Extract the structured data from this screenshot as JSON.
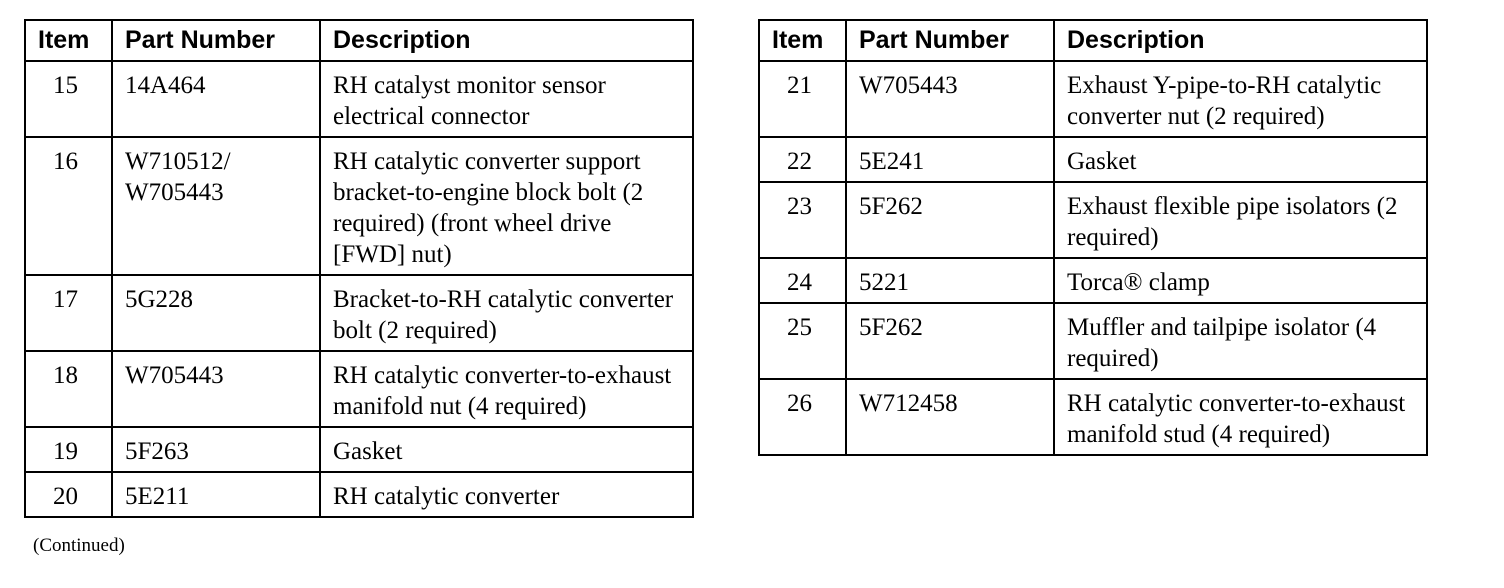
{
  "tables": [
    {
      "headers": {
        "item": "Item",
        "part_number": "Part Number",
        "description": "Description"
      },
      "rows": [
        {
          "item": "15",
          "part_number": "14A464",
          "description": "RH catalyst monitor sensor electrical connector"
        },
        {
          "item": "16",
          "part_number": "W710512/ W705443",
          "description": "RH catalytic converter support bracket-to-engine block bolt (2 required) (front wheel drive [FWD] nut)"
        },
        {
          "item": "17",
          "part_number": "5G228",
          "description": "Bracket-to-RH catalytic converter bolt (2 required)"
        },
        {
          "item": "18",
          "part_number": "W705443",
          "description": "RH catalytic converter-to-exhaust manifold nut (4 required)"
        },
        {
          "item": "19",
          "part_number": "5F263",
          "description": "Gasket"
        },
        {
          "item": "20",
          "part_number": "5E211",
          "description": "RH catalytic converter"
        }
      ]
    },
    {
      "headers": {
        "item": "Item",
        "part_number": "Part Number",
        "description": "Description"
      },
      "rows": [
        {
          "item": "21",
          "part_number": "W705443",
          "description": "Exhaust Y-pipe-to-RH catalytic converter nut (2 required)"
        },
        {
          "item": "22",
          "part_number": "5E241",
          "description": "Gasket"
        },
        {
          "item": "23",
          "part_number": "5F262",
          "description": "Exhaust flexible pipe isolators (2 required)"
        },
        {
          "item": "24",
          "part_number": "5221",
          "description": "Torca® clamp"
        },
        {
          "item": "25",
          "part_number": "5F262",
          "description": "Muffler and tailpipe isolator (4 required)"
        },
        {
          "item": "26",
          "part_number": "W712458",
          "description": "RH catalytic converter-to-exhaust manifold stud (4 required)"
        }
      ]
    }
  ],
  "footer": {
    "continued": "(Continued)"
  }
}
